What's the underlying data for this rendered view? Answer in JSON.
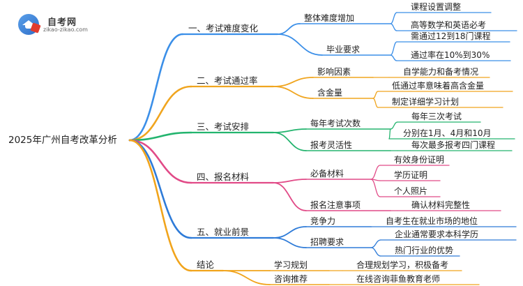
{
  "logo": {
    "title": "自考网",
    "subtitle": "zikao-zikao.com"
  },
  "root": "2025年广州自考改革分析",
  "colors": {
    "b1": "#3b8fe8",
    "b2": "#f0a51f",
    "b3": "#23b46e",
    "b4": "#e14a87",
    "b5": "#2e7bd8",
    "b6": "#f1a41b",
    "text": "#222222"
  },
  "branches": [
    {
      "label": "一、考试难度变化",
      "color": "b1",
      "children": [
        {
          "label": "整体难度增加",
          "children": [
            "课程设置调整",
            "高等数学和英语必考"
          ]
        },
        {
          "label": "毕业要求",
          "children": [
            "需通过12到18门课程",
            "通过率在10%到30%"
          ]
        }
      ]
    },
    {
      "label": "二、考试通过率",
      "color": "b2",
      "children": [
        {
          "label": "影响因素",
          "children": [
            "自学能力和备考情况"
          ]
        },
        {
          "label": "含金量",
          "children": [
            "低通过率意味着高含金量",
            "制定详细学习计划"
          ]
        }
      ]
    },
    {
      "label": "三、考试安排",
      "color": "b3",
      "children": [
        {
          "label": "每年考试次数",
          "children": [
            "每年三次考试",
            "分别在1月、4月和10月"
          ]
        },
        {
          "label": "报考灵活性",
          "children": [
            "每次最多报考四门课程"
          ]
        }
      ]
    },
    {
      "label": "四、报名材料",
      "color": "b4",
      "children": [
        {
          "label": "必备材料",
          "children": [
            "有效身份证明",
            "学历证明",
            "个人照片"
          ]
        },
        {
          "label": "报名注意事项",
          "children": [
            "确认材料完整性"
          ]
        }
      ]
    },
    {
      "label": "五、就业前景",
      "color": "b5",
      "children": [
        {
          "label": "竞争力",
          "children": [
            "自考生在就业市场的地位"
          ]
        },
        {
          "label": "招聘要求",
          "children": [
            "企业通常要求本科学历",
            "热门行业的优势"
          ]
        }
      ]
    },
    {
      "label": "结论",
      "color": "b6",
      "children": [
        {
          "label": "学习规划",
          "children": [
            "合理规划学习，积极备考"
          ]
        },
        {
          "label": "咨询推荐",
          "children": [
            "在线咨询菲鱼教育老师"
          ]
        }
      ]
    }
  ]
}
